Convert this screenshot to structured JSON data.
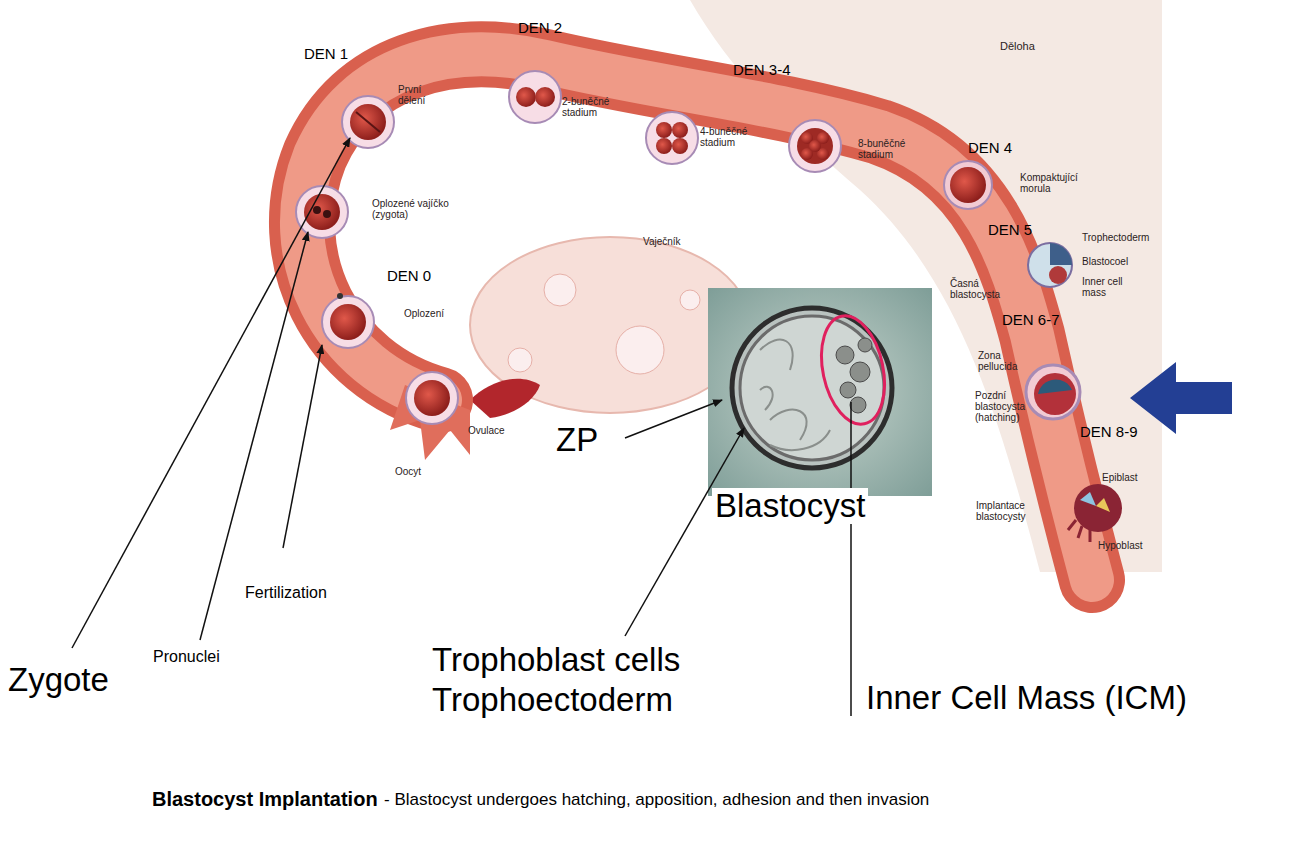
{
  "diagram": {
    "labels": [
      "DEN 1",
      "DEN 2",
      "DEN 3-4",
      "Děloha",
      "První dělení",
      "2-buněčné stadium",
      "4-buněčné stadium",
      "8-buněčné stadium",
      "DEN 4",
      "Kompaktující morula",
      "Oplozené vajíčko (zygota)",
      "Vaječník",
      "DEN 0",
      "Oplození",
      "DEN 5",
      "Trophectoderm",
      "Blastocoel",
      "Inner cell mass",
      "Časná blastocysta",
      "DEN 6-7",
      "Zona pellucida",
      "Pozdní blastocysta (hatching)",
      "DEN 8-9",
      "Epiblast",
      "Implantace blastocysty",
      "Hypoblast",
      "Ovulace",
      "Oocyt",
      "ZP",
      "Blastocyst",
      "Trophoblast cells",
      "Trophoectoderm",
      "Inner Cell Mass (ICM)",
      "Zygote",
      "Pronuclei",
      "Fertilization",
      "Blastocyst Implantation",
      "- Blastocyst undergoes hatching, apposition, adhesion and then invasion"
    ]
  }
}
